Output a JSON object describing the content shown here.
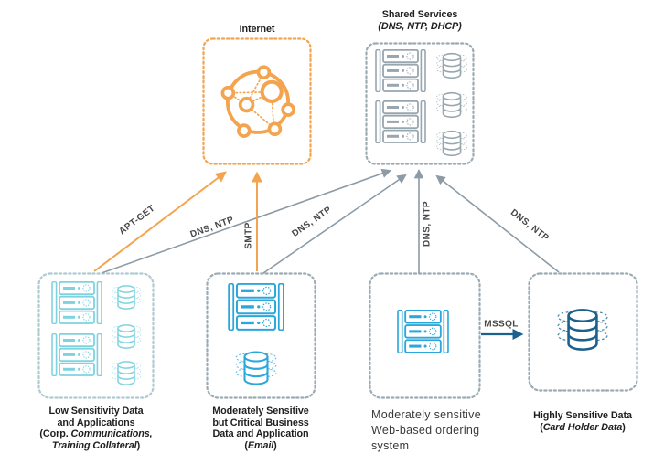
{
  "colors": {
    "orange": "#F4A44E",
    "gray": "#98A6AF",
    "gray_border": "#9BABB4",
    "gray_arrow": "#8C9BA6",
    "teal": "#7ED3E0",
    "teal_border": "#AFCAD2",
    "blue": "#2BA7DB",
    "navy": "#1B618D",
    "text": "#1F1F1F",
    "label": "#474747"
  },
  "nodes": {
    "internet": {
      "title": "Internet"
    },
    "shared": {
      "title": "Shared Services",
      "subtitle": "(DNS, NTP, DHCP)"
    },
    "low": {
      "line1": "Low Sensitivity Data",
      "line2": "and Applications",
      "line3_prefix": "(Corp. ",
      "line3_italic": "Communications,",
      "line4_italic": "Training Collateral",
      "line4_suffix": ")"
    },
    "email": {
      "line1": "Moderately Sensitive",
      "line2": "but Critical Business",
      "line3": "Data and Application",
      "line4_prefix": "(",
      "line4_italic": "Email",
      "line4_suffix": ")"
    },
    "ordering": {
      "line1": "Moderately sensitive",
      "line2": "Web-based ordering",
      "line3": "system"
    },
    "high": {
      "line1": "Highly Sensitive Data",
      "line2_prefix": "(",
      "line2_italic": "Card Holder Data",
      "line2_suffix": ")"
    }
  },
  "arrows": {
    "apt_get": "APT-GET",
    "dns_ntp_low": "DNS, NTP",
    "smtp": "SMTP",
    "dns_ntp_email": "DNS, NTP",
    "dns_ntp_ordering": "DNS, NTP",
    "dns_ntp_high": "DNS, NTP",
    "mssql": "MSSQL"
  }
}
